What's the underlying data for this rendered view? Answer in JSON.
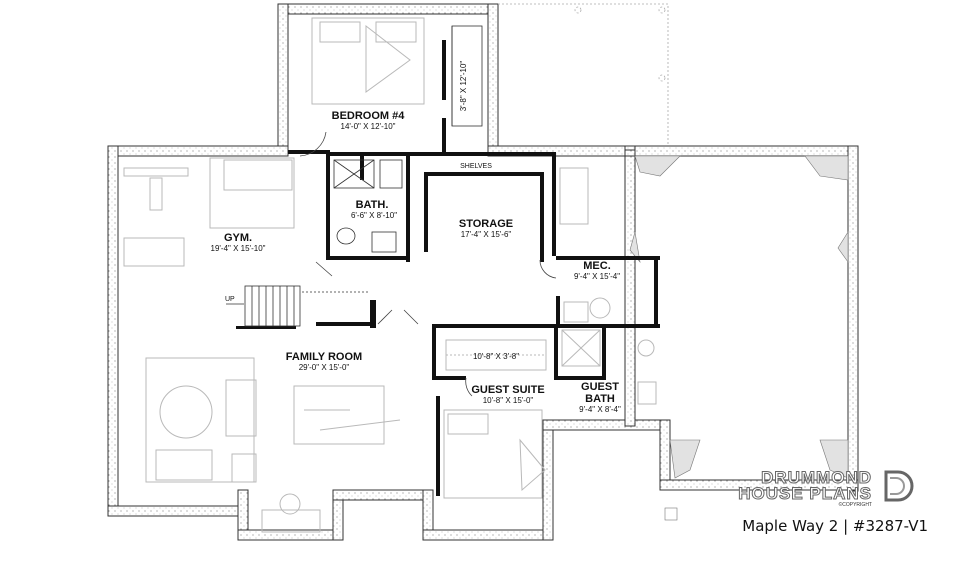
{
  "rooms": {
    "bedroom4": {
      "name": "BEDROOM #4",
      "dim": "14'-0\" X 12'-10\""
    },
    "closet": {
      "dim": "3'-8\" X 12'-10\""
    },
    "shelves": {
      "name": "SHELVES"
    },
    "bath": {
      "name": "BATH.",
      "dim": "6'-6\" X 8'-10\""
    },
    "gym": {
      "name": "GYM.",
      "dim": "19'-4\" X 15'-10\""
    },
    "storage": {
      "name": "STORAGE",
      "dim": "17'-4\" X 15'-6\""
    },
    "mec": {
      "name": "MEC.",
      "dim": "9'-4\" X 15'-4\""
    },
    "family": {
      "name": "FAMILY ROOM",
      "dim": "29'-0\" X 15'-0\""
    },
    "guest_closet": {
      "dim": "10'-8\" X 3'-8\""
    },
    "guest_suite": {
      "name": "GUEST SUITE",
      "dim": "10'-8\" X 15'-0\""
    },
    "guest_bath": {
      "name": "GUEST",
      "name2": "BATH",
      "dim": "9'-4\" X 8'-4\""
    },
    "stairs": {
      "label": "UP"
    }
  },
  "brand": {
    "line1": "DRUMMOND",
    "line2": "HOUSE PLANS",
    "copyright": "©COPYRIGHT"
  },
  "caption": "Maple Way 2 | #3287-V1",
  "colors": {
    "wall": "#1a1a1a",
    "slab": "#f4f4f4",
    "furniture": "#b9b9b9"
  }
}
